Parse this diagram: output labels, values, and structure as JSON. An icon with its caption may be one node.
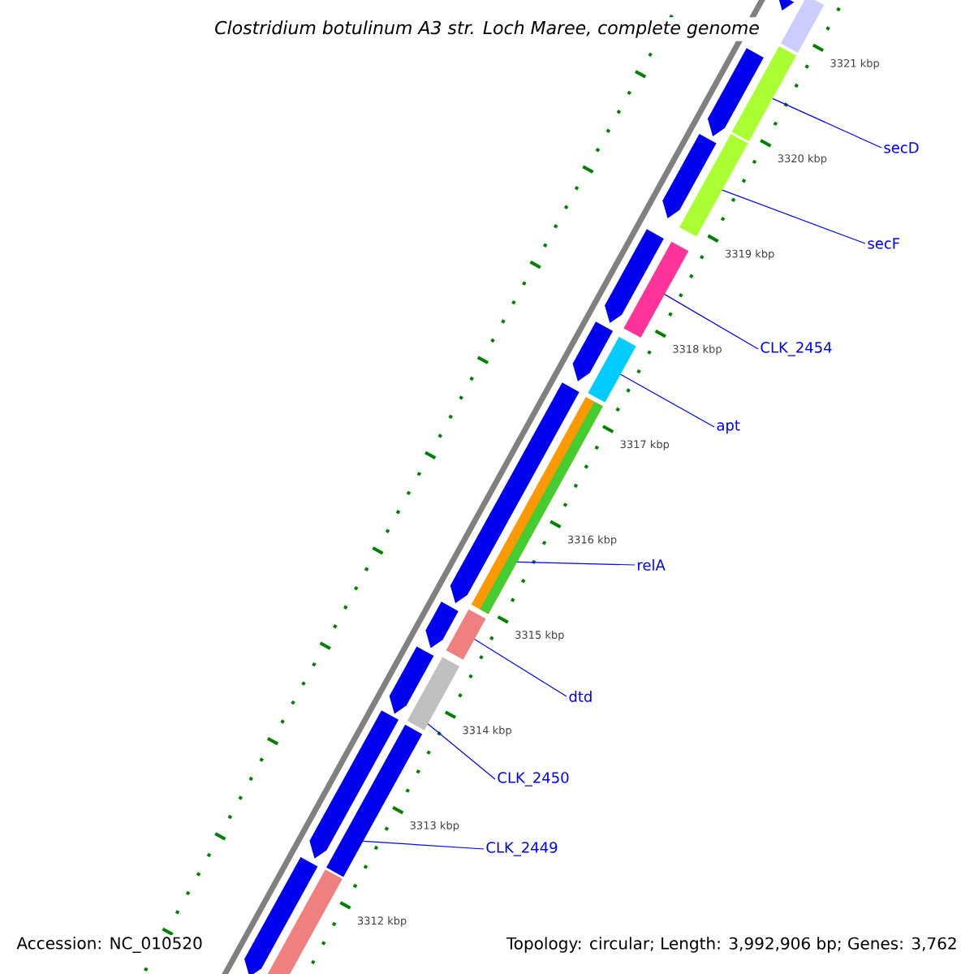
{
  "diagram": {
    "title": "Clostridium botulinum A3 str. Loch Maree, complete genome",
    "nodes": [
      {
        "text": [
          "secD"
        ]
      },
      {
        "text": [],
        "shape": "bar"
      },
      {
        "text": [
          "secF"
        ]
      },
      {
        "text": [],
        "shape": "bar"
      },
      {
        "text": [
          "CLK_2454"
        ]
      },
      {
        "text": [],
        "shape": "bar"
      },
      {
        "text": [
          "apt"
        ]
      },
      {
        "text": [],
        "shape": "bar"
      },
      {
        "text": [
          "relA"
        ]
      },
      {
        "text": [],
        "shape": "bar"
      },
      {
        "text": [
          "dtd"
        ]
      },
      {
        "text": [],
        "shape": "bar"
      },
      {
        "text": [
          "CLK_2450"
        ]
      },
      {
        "text": [],
        "shape": "bar"
      },
      {
        "text": [
          "CLK_2449"
        ]
      },
      {
        "text": [],
        "shape": "bar"
      },
      {
        "text": [],
        "shape": "pentagon"
      },
      {
        "text": [],
        "shape": "pentagon"
      },
      {
        "text": [],
        "shape": "pentagon"
      },
      {
        "text": [],
        "shape": "pentagon"
      },
      {
        "text": [],
        "shape": "pentagon"
      },
      {
        "text": [],
        "shape": "pentagon"
      },
      {
        "text": [],
        "shape": "pentagon"
      },
      {
        "text": [],
        "shape": "pentagon"
      },
      {
        "text": [],
        "shape": "pentagon"
      },
      {
        "text": [],
        "shape": "pentagon"
      },
      {
        "text": [],
        "shape": "bar"
      },
      {
        "text": [],
        "shape": "bar"
      }
    ],
    "edges": [
      {
        "from": 0,
        "to": 1,
        "arrow": "none"
      },
      {
        "from": 2,
        "to": 3,
        "arrow": "none"
      },
      {
        "from": 4,
        "to": 5,
        "arrow": "none"
      },
      {
        "from": 6,
        "to": 7,
        "arrow": "none"
      },
      {
        "from": 8,
        "to": 9,
        "arrow": "none"
      },
      {
        "from": 10,
        "to": 11,
        "arrow": "none"
      },
      {
        "from": 12,
        "to": 13,
        "arrow": "none"
      },
      {
        "from": 14,
        "to": 15,
        "arrow": "none"
      }
    ],
    "labels": [
      "3321 kbp",
      "3320 kbp",
      "3319 kbp",
      "3318 kbp",
      "3317 kbp",
      "3316 kbp",
      "3315 kbp",
      "3314 kbp",
      "3313 kbp",
      "3312 kbp",
      "Accession: NC_010520",
      "Topology: circular; Length: 3,992,906 bp; Genes: 3,762"
    ]
  }
}
